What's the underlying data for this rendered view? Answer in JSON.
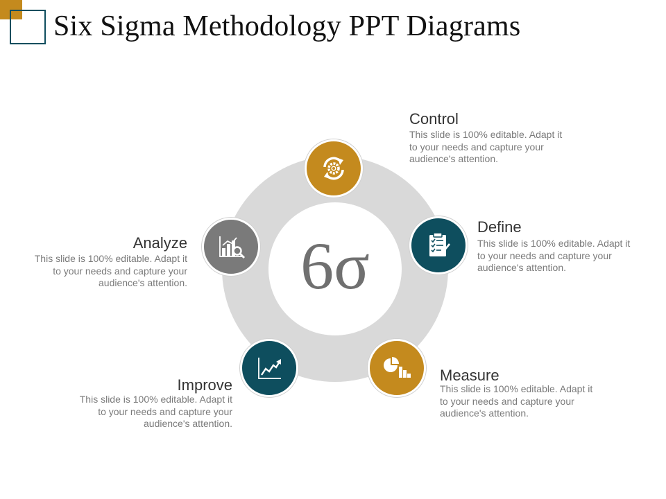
{
  "title": "Six Sigma Methodology PPT Diagrams",
  "center_symbol": "6σ",
  "colors": {
    "gold": "#C48A1E",
    "teal": "#0E4E5E",
    "gray": "#7A7A7A",
    "ring": "#D9D9D9"
  },
  "steps": {
    "control": {
      "label": "Control",
      "desc": "This slide is 100% editable. Adapt it to your needs and capture your audience's attention.",
      "icon": "refresh-gear-icon"
    },
    "define": {
      "label": "Define",
      "desc": "This slide is 100% editable. Adapt it to your needs and capture your audience's attention.",
      "icon": "clipboard-checklist-icon"
    },
    "measure": {
      "label": "Measure",
      "desc": "This slide is 100% editable. Adapt it to your needs and capture your audience's attention.",
      "icon": "pie-bar-chart-icon"
    },
    "improve": {
      "label": "Improve",
      "desc": "This slide is 100% editable. Adapt it to your needs and capture your audience's attention.",
      "icon": "trend-up-chart-icon"
    },
    "analyze": {
      "label": "Analyze",
      "desc": "This slide is 100% editable. Adapt it to your needs and capture your audience's attention.",
      "icon": "chart-magnifier-icon"
    }
  }
}
